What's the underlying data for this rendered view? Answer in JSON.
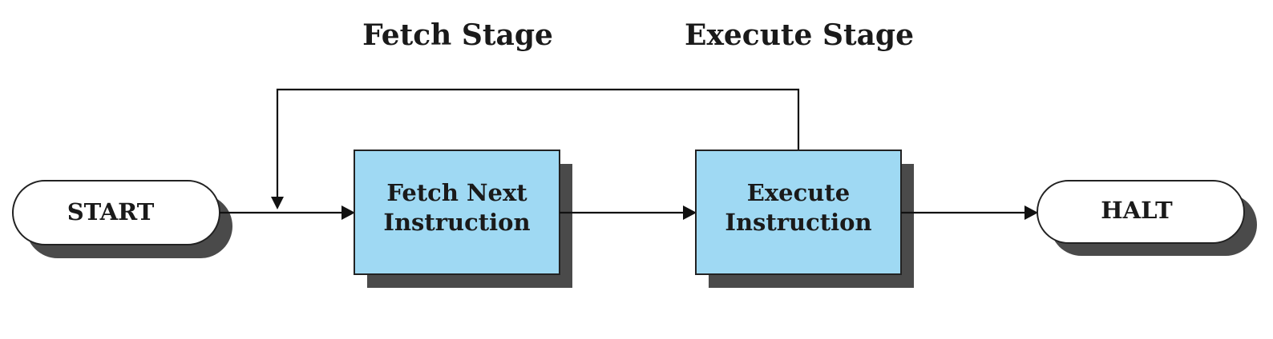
{
  "stages": {
    "fetch_title": "Fetch Stage",
    "execute_title": "Execute Stage"
  },
  "nodes": {
    "start": "START",
    "fetch": [
      "Fetch Next",
      "Instruction"
    ],
    "execute": [
      "Execute",
      "Instruction"
    ],
    "halt": "HALT"
  },
  "colors": {
    "process_fill": "#9fd9f3",
    "shadow": "#4a4a4a",
    "stroke": "#222222"
  }
}
